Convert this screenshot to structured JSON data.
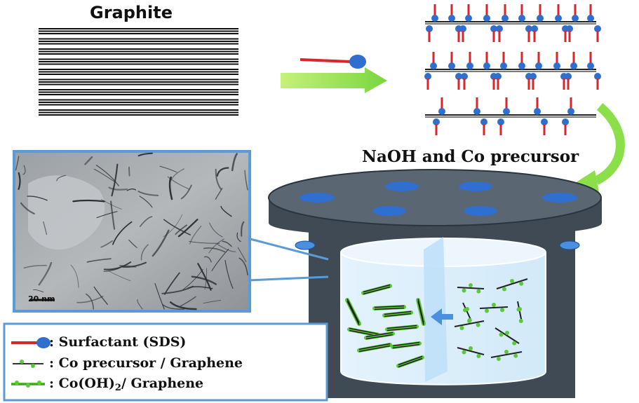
{
  "title": "Graphite",
  "step_label": "NaOH and Co precursor",
  "tem": {
    "scale_bar": "20 nm"
  },
  "legend": {
    "items": [
      {
        "label": ": Surfactant (SDS)",
        "icon": "surfactant-icon"
      },
      {
        "label": ": Co precursor / Graphene",
        "icon": "co-precursor-graphene-icon"
      },
      {
        "label_prefix": ": Co(OH)",
        "label_sub": "2",
        "label_suffix": "/ Graphene",
        "icon": "cooh2-graphene-icon"
      }
    ]
  },
  "colors": {
    "surfactant_tail": "#d8262b",
    "surfactant_head": "#2f6fd0",
    "arrow_green": "#8be04a",
    "vessel_dark": "#3f4a55",
    "water": "#dbeefb",
    "cobalt_dot": "#5cc83a",
    "frame_blue": "#5b9bd5"
  }
}
